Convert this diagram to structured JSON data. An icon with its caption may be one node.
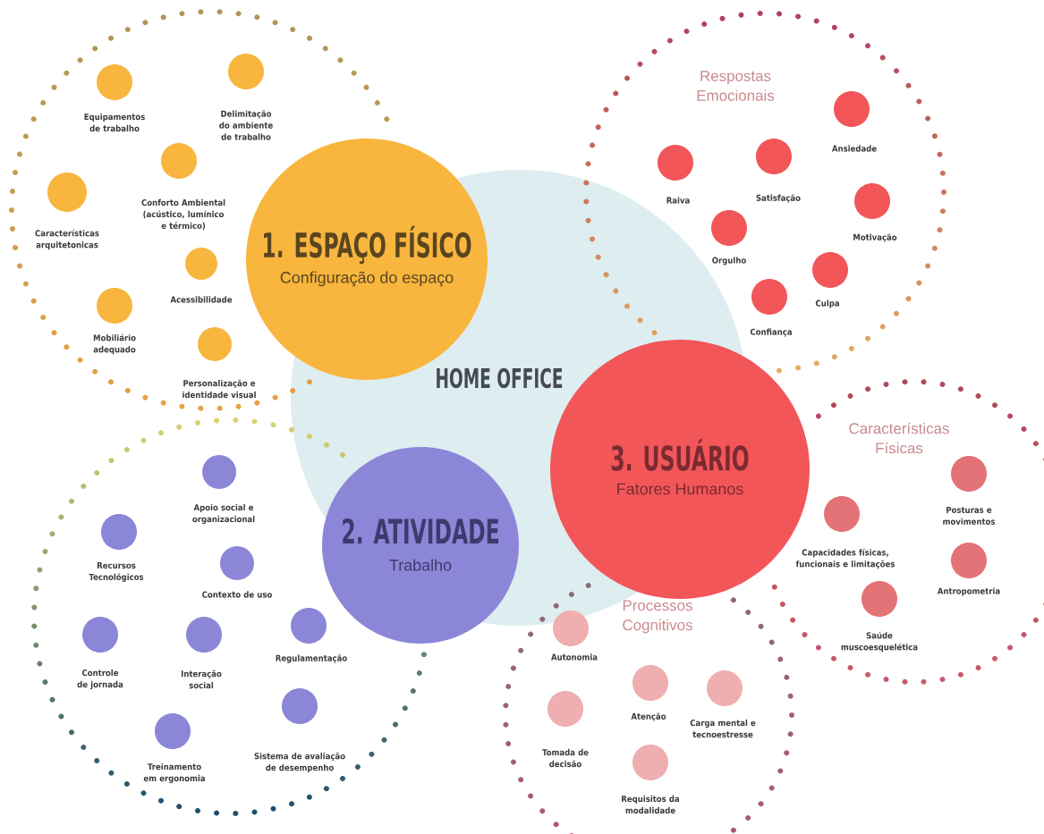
{
  "diagram": {
    "nodes": [
      {
        "text": [
          "HOME OFFICE"
        ]
      },
      {
        "text": [
          "1. ESPAÇO FÍSICO",
          "Configuração do espaço"
        ]
      },
      {
        "text": [
          "2. ATIVIDADE",
          "Trabalho"
        ]
      },
      {
        "text": [
          "3. USUÁRIO",
          "Fatores Humanos"
        ]
      },
      {
        "text": [],
        "shape": "circle"
      },
      {
        "text": [
          "Equipamentos de trabalho"
        ],
        "in": 4
      },
      {
        "text": [
          "Delimitação do ambiente de trabalho"
        ],
        "in": 4
      },
      {
        "text": [
          "Conforto Ambiental (acústico, lumínico e térmico)"
        ],
        "in": 4
      },
      {
        "text": [
          "Características arquitetonicas"
        ],
        "in": 4
      },
      {
        "text": [
          "Acessibilidade"
        ],
        "in": 4
      },
      {
        "text": [
          "Mobiliário adequado"
        ],
        "in": 4
      },
      {
        "text": [
          "Personalização e identidade visual"
        ],
        "in": 4
      },
      {
        "text": [],
        "shape": "circle"
      },
      {
        "text": [
          "Apoio social e organizacional"
        ],
        "in": 12
      },
      {
        "text": [
          "Recursos Tecnológicos"
        ],
        "in": 12
      },
      {
        "text": [
          "Contexto de uso"
        ],
        "in": 12
      },
      {
        "text": [
          "Controle de jornada"
        ],
        "in": 12
      },
      {
        "text": [
          "Interação social"
        ],
        "in": 12
      },
      {
        "text": [
          "Regulamentação"
        ],
        "in": 12
      },
      {
        "text": [
          "Sistema de avaliação de desempenho"
        ],
        "in": 12
      },
      {
        "text": [
          "Treinamento em ergonomia"
        ],
        "in": 12
      },
      {
        "text": [
          "Respostas Emocionais"
        ]
      },
      {
        "text": [
          "Ansiedade"
        ],
        "in": 21
      },
      {
        "text": [
          "Raiva"
        ],
        "in": 21
      },
      {
        "text": [
          "Satisfação"
        ],
        "in": 21
      },
      {
        "text": [
          "Motivação"
        ],
        "in": 21
      },
      {
        "text": [
          "Orgulho"
        ],
        "in": 21
      },
      {
        "text": [
          "Culpa"
        ],
        "in": 21
      },
      {
        "text": [
          "Confiança"
        ],
        "in": 21
      },
      {
        "text": [
          "Características Físicas"
        ]
      },
      {
        "text": [
          "Posturas e movimentos"
        ],
        "in": 29
      },
      {
        "text": [
          "Capacidades físicas, funcionais e limitações"
        ],
        "in": 29
      },
      {
        "text": [
          "Antropometria"
        ],
        "in": 29
      },
      {
        "text": [
          "Saúde muscoesquelética"
        ],
        "in": 29
      },
      {
        "text": [
          "Processos Cognitivos"
        ]
      },
      {
        "text": [
          "Autonomia"
        ],
        "in": 34
      },
      {
        "text": [
          "Atenção"
        ],
        "in": 34
      },
      {
        "text": [
          "Carga mental e tecnoestresse"
        ],
        "in": 34
      },
      {
        "text": [
          "Tomada de decisão"
        ],
        "in": 34
      },
      {
        "text": [
          "Requisitos da modalidade"
        ],
        "in": 34
      }
    ]
  }
}
